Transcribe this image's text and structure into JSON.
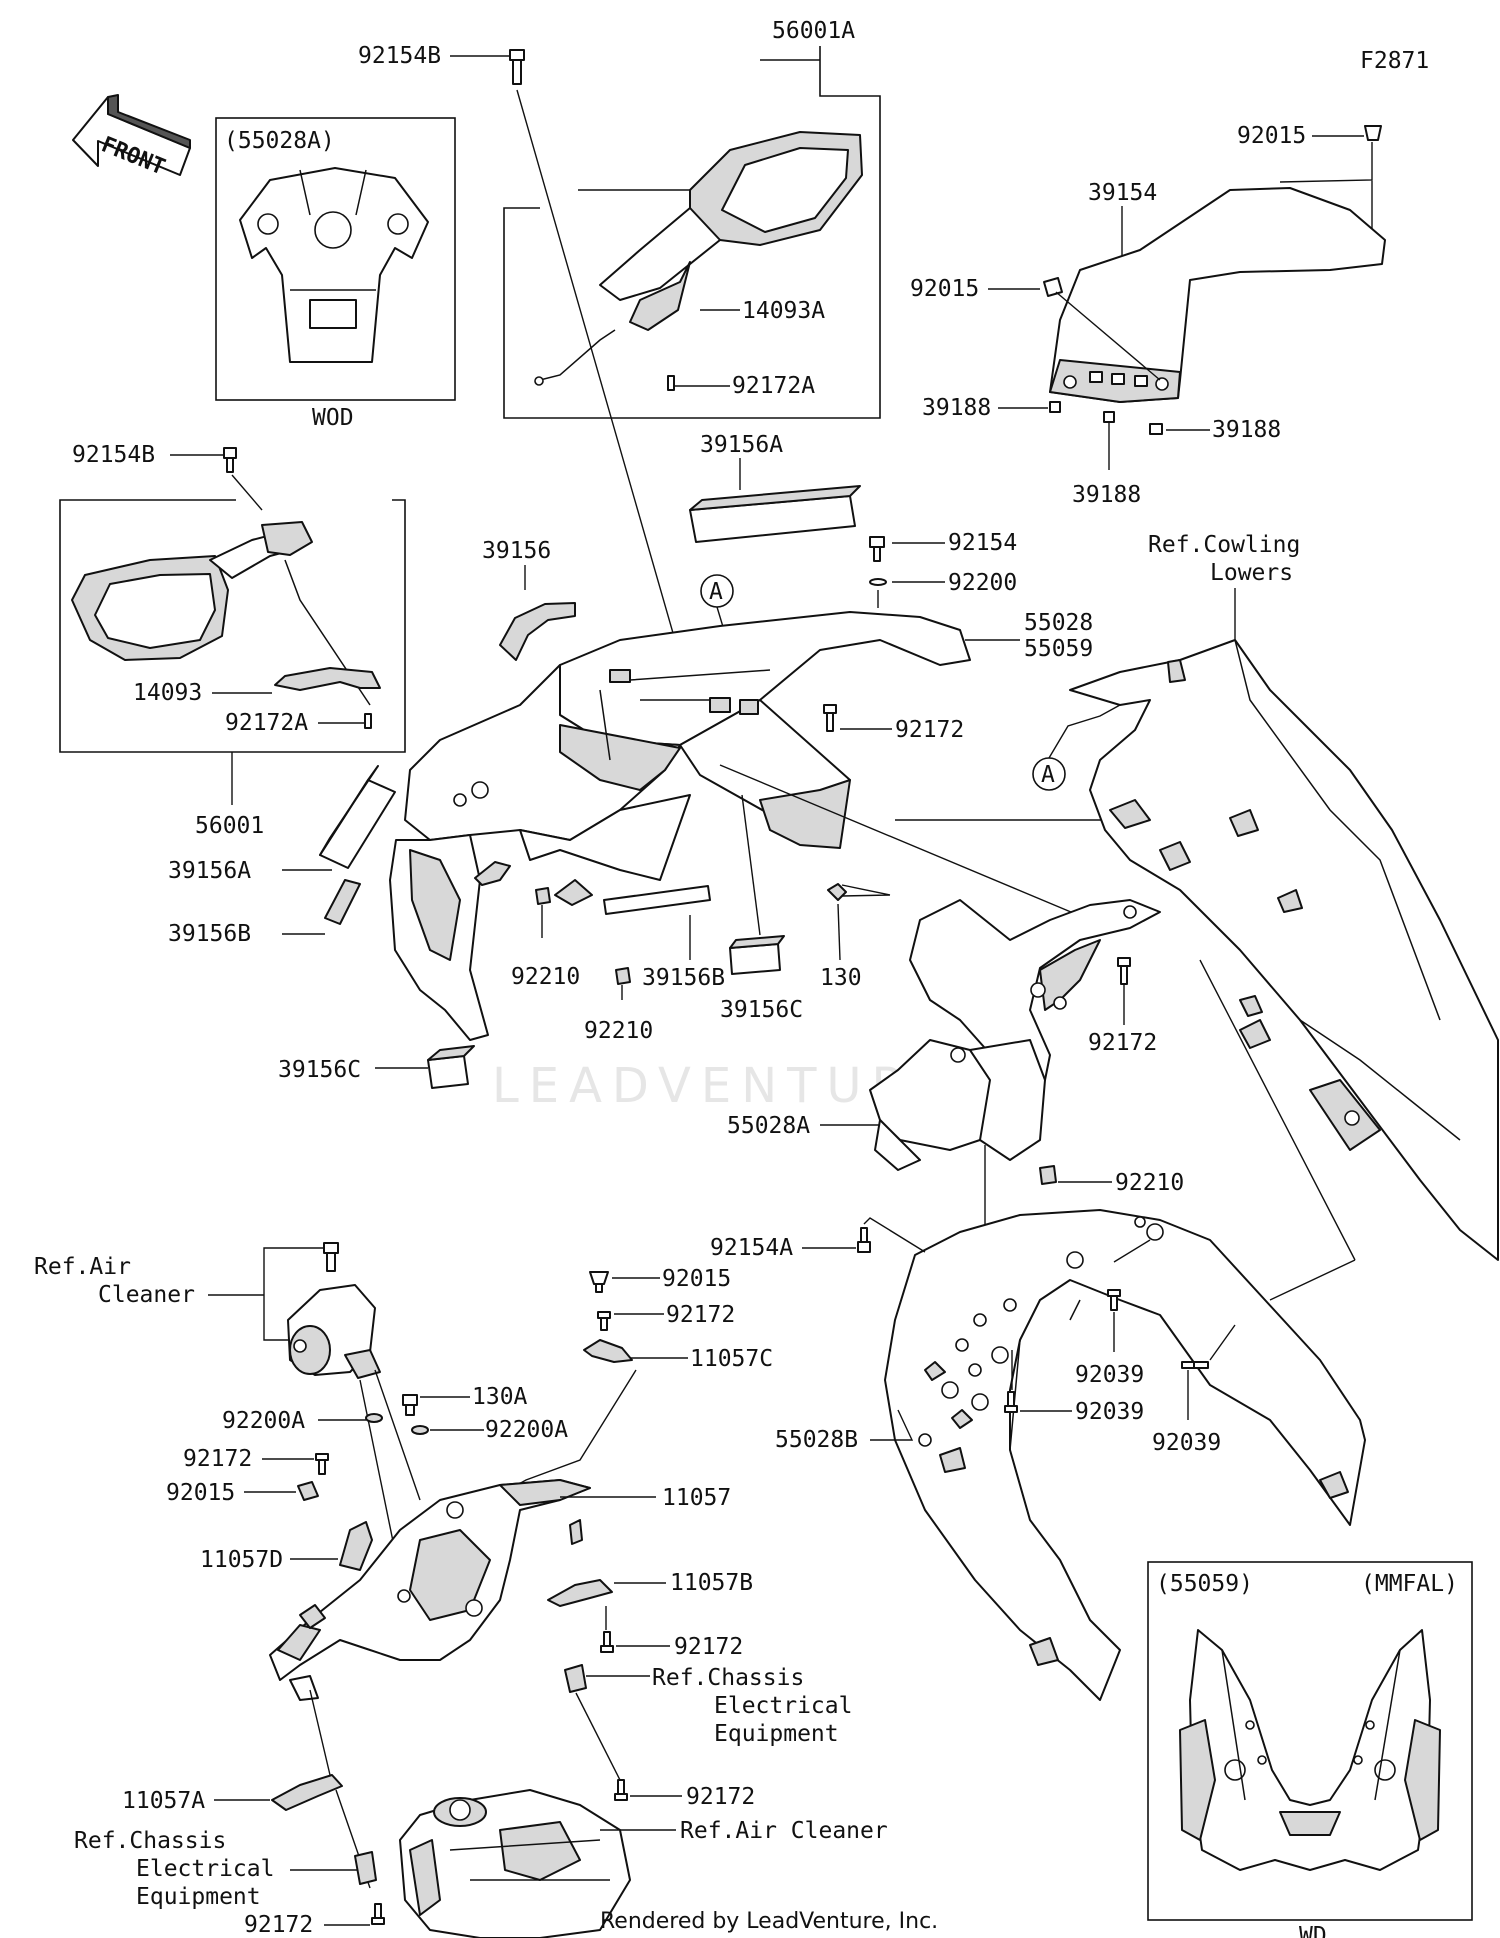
{
  "figure_code": "F2871",
  "front_arrow_label": "FRONT",
  "credit": "Rendered by LeadVenture, Inc.",
  "watermark": "LEADVENTURE",
  "callout_letter": "A",
  "insets": {
    "wod": {
      "code": "(55028A)",
      "caption": "WOD"
    },
    "wd": {
      "code": "(55059)",
      "variant": "(MMFAL)",
      "caption": "WD"
    }
  },
  "labels": {
    "l56001A": "56001A",
    "l92154B_top": "92154B",
    "l14093A": "14093A",
    "l92172A_top": "92172A",
    "l92015_a": "92015",
    "l39154": "39154",
    "l92015_b": "92015",
    "l39188_a": "39188",
    "l39188_b": "39188",
    "l39188_c": "39188",
    "l92154B_left": "92154B",
    "l14093": "14093",
    "l92172A_left": "92172A",
    "l56001": "56001",
    "l39156A_top": "39156A",
    "l39156": "39156",
    "l92154": "92154",
    "l92200": "92200",
    "l55028": "55028",
    "l55059": "55059",
    "l92172_a": "92172",
    "ref_cowling_1": "Ref.Cowling",
    "ref_cowling_2": "Lowers",
    "l39156A_left": "39156A",
    "l39156B_left": "39156B",
    "l92210_a": "92210",
    "l92210_b": "92210",
    "l39156B_mid": "39156B",
    "l39156C_mid": "39156C",
    "l130": "130",
    "l92172_b": "92172",
    "l39156C_left": "39156C",
    "l55028A": "55028A",
    "l92210_c": "92210",
    "ref_air_1": "Ref.Air",
    "ref_air_2": "Cleaner",
    "l92154A": "92154A",
    "l92015_c": "92015",
    "l92172_c": "92172",
    "l11057C": "11057C",
    "l130A": "130A",
    "l92200A_a": "92200A",
    "l92200A_b": "92200A",
    "l92039_a": "92039",
    "l92039_b": "92039",
    "l92039_c": "92039",
    "l55028B": "55028B",
    "l92172_d": "92172",
    "l92015_d": "92015",
    "l11057": "11057",
    "l11057D": "11057D",
    "l11057B": "11057B",
    "l92172_e": "92172",
    "ref_chassis_r1": "Ref.Chassis",
    "ref_chassis_r2": "Electrical",
    "ref_chassis_r3": "Equipment",
    "l92172_f": "92172",
    "l11057A": "11057A",
    "ref_chassis_l1": "Ref.Chassis",
    "ref_chassis_l2": "Electrical",
    "ref_chassis_l3": "Equipment",
    "ref_air_cleaner_b": "Ref.Air Cleaner",
    "l92172_g": "92172"
  }
}
